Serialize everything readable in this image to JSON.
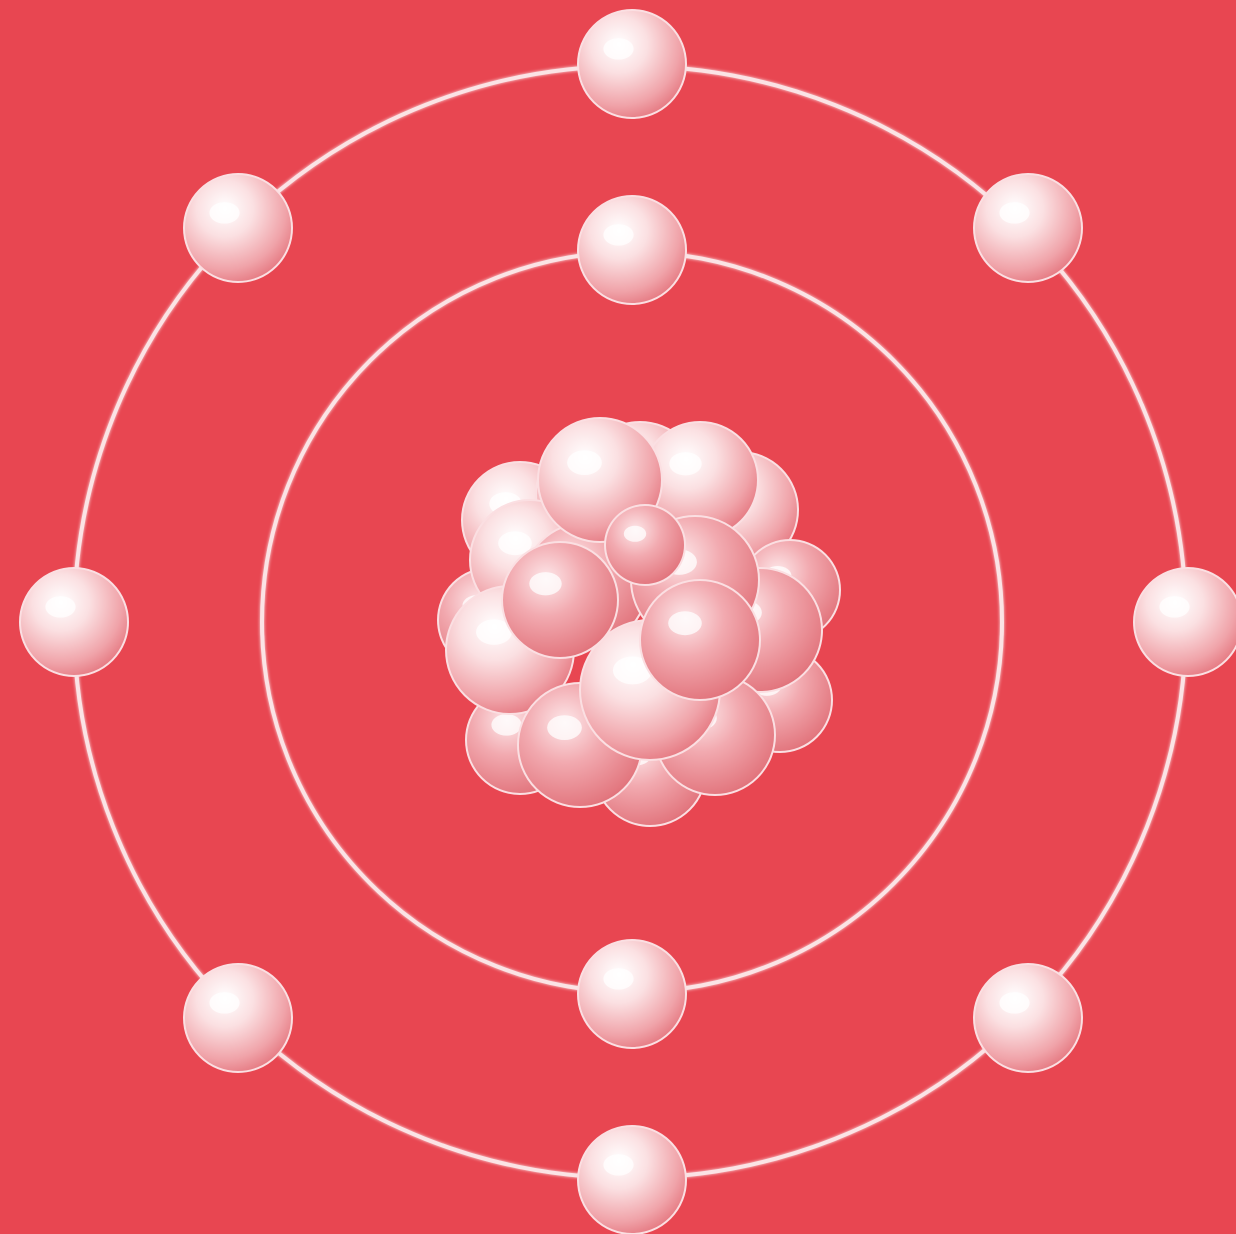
{
  "colors": {
    "background": "#e84651",
    "orbit_ring": "#fbe3e5",
    "particle_highlight": "#ffffff",
    "particle_light": "#fbe0e2",
    "particle_mid": "#f3a9ae",
    "particle_dark": "#df6d75"
  },
  "atom": {
    "description_icon": "atom-icon",
    "orbits": [
      {
        "name": "inner-orbit",
        "electron_count": 2
      },
      {
        "name": "outer-orbit",
        "electron_count": 8
      }
    ],
    "nucleus": {
      "particle_count": 22
    }
  }
}
